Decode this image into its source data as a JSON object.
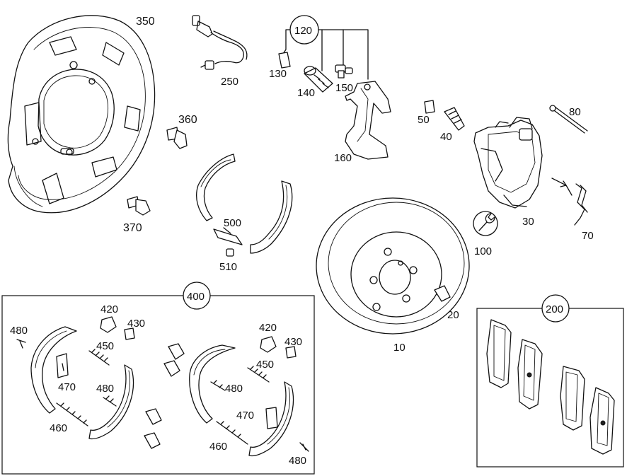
{
  "diagram": {
    "labels": {
      "p350": "350",
      "p250": "250",
      "p120": "120",
      "p130": "130",
      "p140": "140",
      "p150": "150",
      "p160": "160",
      "p50": "50",
      "p40": "40",
      "p80": "80",
      "p360": "360",
      "p370": "370",
      "p500": "500",
      "p510": "510",
      "p30": "30",
      "p70": "70",
      "p100": "100",
      "p20": "20",
      "p10": "10",
      "p400": "400",
      "p200": "200",
      "k1_480a": "480",
      "k1_420": "420",
      "k1_430": "430",
      "k1_450": "450",
      "k1_470": "470",
      "k1_480b": "480",
      "k1_460": "460",
      "k2_420": "420",
      "k2_430": "430",
      "k2_450": "450",
      "k2_480a": "480",
      "k2_470": "470",
      "k2_460": "460",
      "k2_480b": "480"
    }
  }
}
